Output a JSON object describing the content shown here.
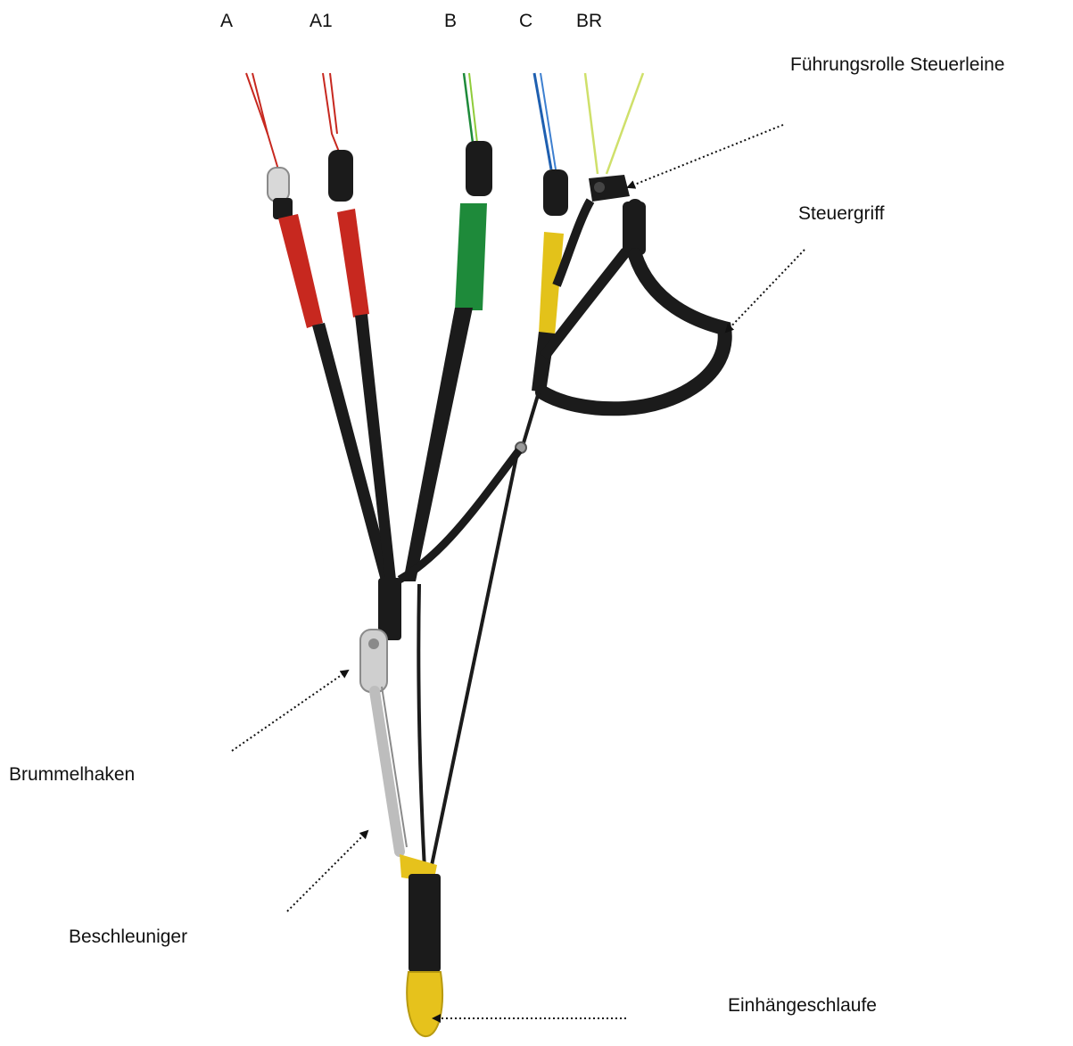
{
  "diagram": {
    "riser_labels": {
      "a": "A",
      "a1": "A1",
      "b": "B",
      "c": "C",
      "br": "BR"
    },
    "callouts": {
      "fuehrungsrolle": "Führungsrolle Steuerleine",
      "steuergriff": "Steuergriff",
      "brummelhaken": "Brummelhaken",
      "beschleuniger": "Beschleuniger",
      "einhaengeschlaufe": "Einhängeschlaufe"
    },
    "colors": {
      "a_riser": "#c7281f",
      "a1_riser": "#c7281f",
      "b_riser": "#1e8a3a",
      "c_riser": "#1e5fb0",
      "c_sleeve": "#e3c21a",
      "brake_line": "#cfe06a",
      "webbing": "#1b1b1b",
      "loop": "#e6c21c",
      "metal": "#b5b5b5"
    }
  }
}
